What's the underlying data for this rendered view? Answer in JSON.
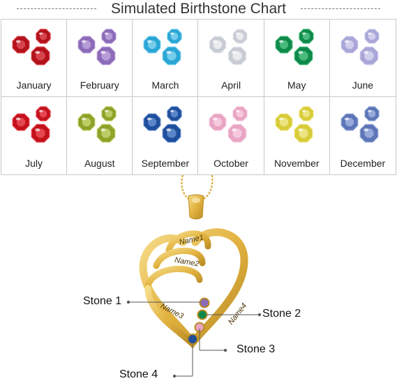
{
  "title": "Simulated Birthstone Chart",
  "months": [
    {
      "name": "January",
      "color": "#b3121c",
      "light": "#e2545c"
    },
    {
      "name": "February",
      "color": "#8c6bb8",
      "light": "#c5aee3"
    },
    {
      "name": "March",
      "color": "#2aa6d6",
      "light": "#8fd8f2"
    },
    {
      "name": "April",
      "color": "#c8ccd4",
      "light": "#f4f5f8"
    },
    {
      "name": "May",
      "color": "#0f8a4a",
      "light": "#5cc98e"
    },
    {
      "name": "June",
      "color": "#a9a6d8",
      "light": "#dedcf4"
    },
    {
      "name": "July",
      "color": "#c4121d",
      "light": "#ef5a62"
    },
    {
      "name": "August",
      "color": "#8fa22a",
      "light": "#cdd97b"
    },
    {
      "name": "September",
      "color": "#1f4f9c",
      "light": "#6f98d8"
    },
    {
      "name": "October",
      "color": "#e9a4c4",
      "light": "#fad6e6"
    },
    {
      "name": "November",
      "color": "#d8cc3a",
      "light": "#f3ec98"
    },
    {
      "name": "December",
      "color": "#5e76b8",
      "light": "#a9bbe6"
    }
  ],
  "pendant": {
    "engravings": [
      "Name1",
      "Name2",
      "Name3",
      "Name4"
    ],
    "callouts": [
      "Stone 1",
      "Stone 2",
      "Stone 3",
      "Stone 4"
    ],
    "gold": "#e2b340",
    "gold_dark": "#b38420",
    "stone_colors": [
      "#8c6bb8",
      "#0f8a4a",
      "#e9a4c4",
      "#1f4f9c"
    ]
  }
}
